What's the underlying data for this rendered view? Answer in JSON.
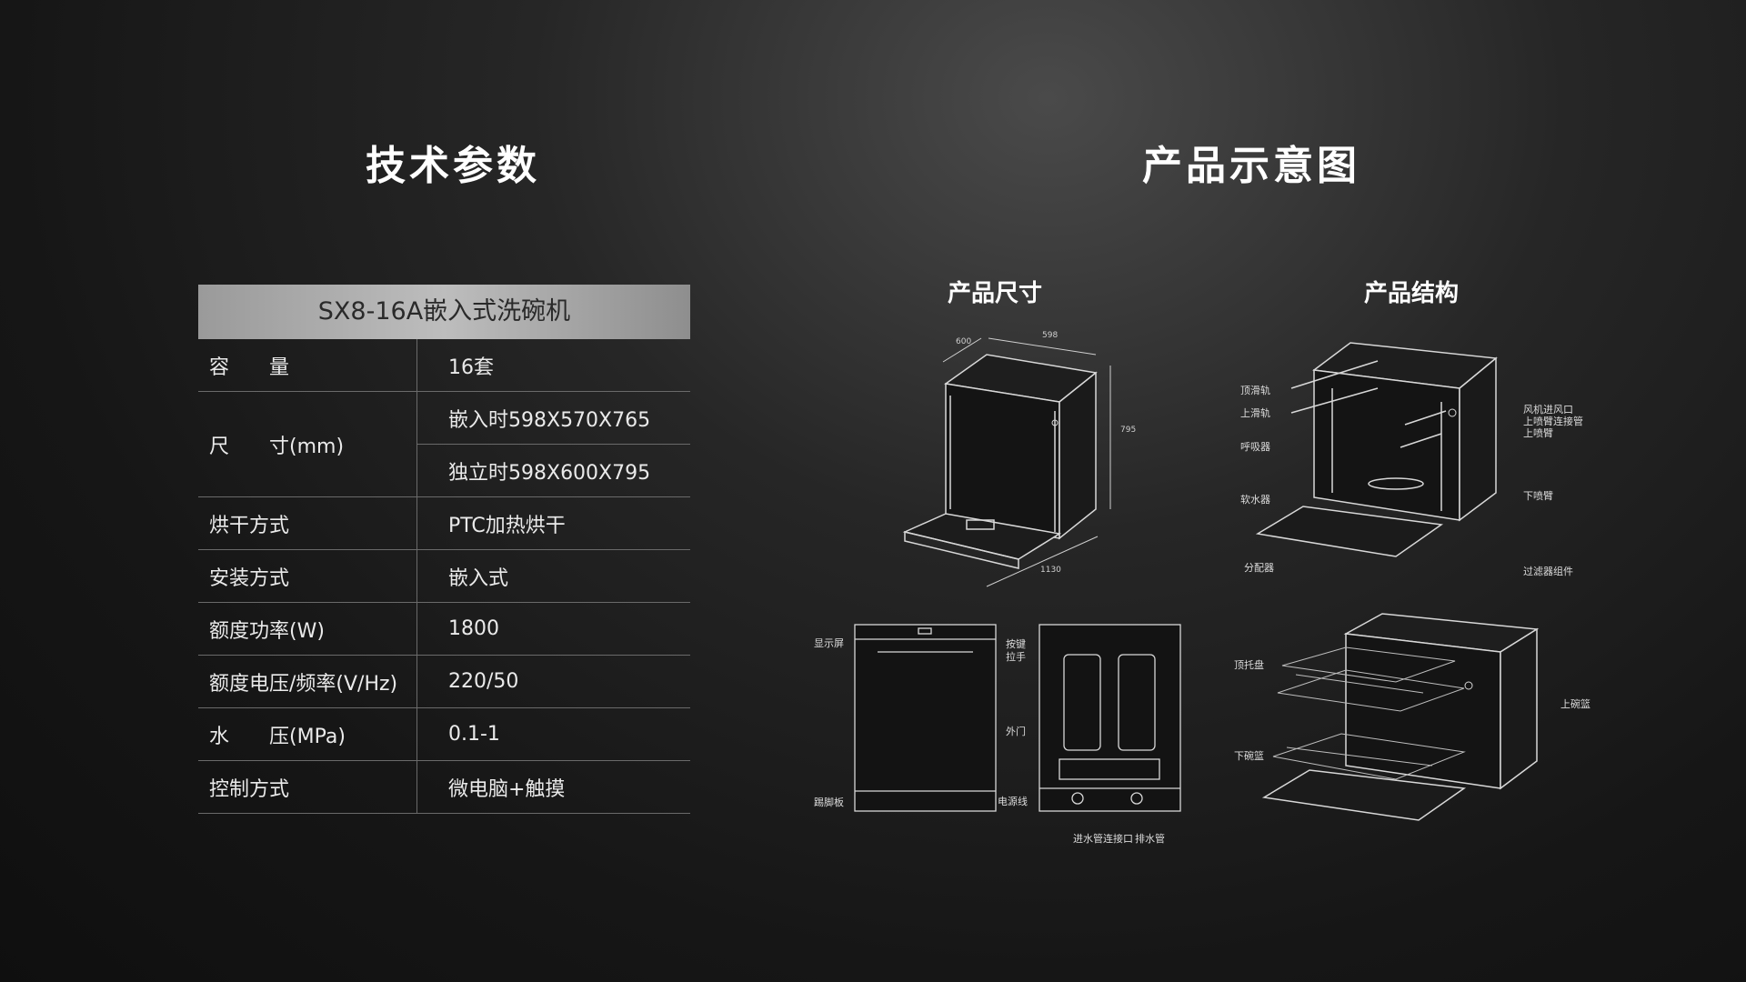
{
  "headings": {
    "left": "技术参数",
    "right": "产品示意图",
    "dimensions": "产品尺寸",
    "structure": "产品结构"
  },
  "spec_table": {
    "title": "SX8-16A嵌入式洗碗机",
    "rows": {
      "capacity": {
        "label": "容　　量",
        "value": "16套"
      },
      "size": {
        "label": "尺　　寸(mm)",
        "value_built_in": "嵌入时598X570X765",
        "value_standalone": "独立时598X600X795"
      },
      "drying": {
        "label": "烘干方式",
        "value": "PTC加热烘干"
      },
      "install": {
        "label": "安装方式",
        "value": "嵌入式"
      },
      "power": {
        "label": "额度功率(W)",
        "value": "1800"
      },
      "voltage": {
        "label": "额度电压/频率(V/Hz)",
        "value": "220/50"
      },
      "pressure": {
        "label": "水　　压(MPa)",
        "value": "0.1-1"
      },
      "control": {
        "label": "控制方式",
        "value": "微电脑+触摸"
      }
    }
  },
  "dimension_labels": {
    "depth": "600",
    "width": "598",
    "height": "795",
    "open_depth": "1130"
  },
  "front_labels": {
    "display": "显示屏",
    "button": "按键",
    "handle": "拉手",
    "outer_door": "外门",
    "kick_plate": "踢脚板",
    "power_cord": "电源线",
    "inlet": "进水管连接口",
    "drain": "排水管"
  },
  "structure_labels": {
    "top_rail": "顶滑轨",
    "upper_rail": "上滑轨",
    "breather": "呼吸器",
    "softener": "软水器",
    "dispenser": "分配器",
    "fan_inlet": "风机进风口",
    "upper_arm_pipe": "上喷臂连接管",
    "upper_arm": "上喷臂",
    "lower_arm": "下喷臂",
    "filter": "过滤器组件",
    "top_tray": "顶托盘",
    "upper_basket": "上碗篮",
    "lower_basket": "下碗篮"
  }
}
